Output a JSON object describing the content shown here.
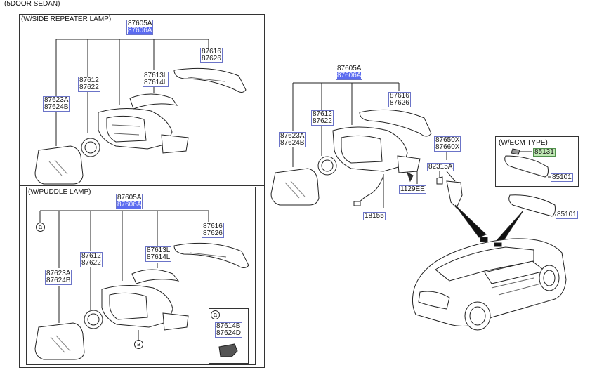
{
  "header": {
    "model_line": "",
    "variant": "(5DOOR SEDAN)"
  },
  "groups": {
    "side_repeater": {
      "title": "(W/SIDE REPEATER LAMP)",
      "top_part": [
        "87605A",
        "87606A"
      ],
      "cover": [
        "87616",
        "87626"
      ],
      "lamp": [
        "87613L",
        "87614L"
      ],
      "holder": [
        "87612",
        "87622"
      ],
      "glass": [
        "87623A",
        "87624B"
      ]
    },
    "puddle_lamp": {
      "title": "(W/PUDDLE LAMP)",
      "ref_marker": "a",
      "top_part": [
        "87605A",
        "87606A"
      ],
      "cover": [
        "87616",
        "87626"
      ],
      "lamp": [
        "87613L",
        "87614L"
      ],
      "holder": [
        "87612",
        "87622"
      ],
      "glass": [
        "87623A",
        "87624B"
      ],
      "detail_part": [
        "87614B",
        "87624D"
      ]
    },
    "main": {
      "top_part": [
        "87605A",
        "87606A"
      ],
      "cover": [
        "87616",
        "87626"
      ],
      "holder": [
        "87612",
        "87622"
      ],
      "glass": [
        "87623A",
        "87624B"
      ],
      "harness": "18155",
      "screw": "1129EE",
      "cover_assy": [
        "87650X",
        "87660X"
      ],
      "sensor": "82315A",
      "inner_mirror": "85101"
    },
    "ecm": {
      "title": "(W/ECM TYPE)",
      "bulb": "85131",
      "mirror": "85101"
    }
  },
  "colors": {
    "highlight": "#5b6bf0",
    "green": "#bfe8b3",
    "label_border": "#6b74c8"
  }
}
